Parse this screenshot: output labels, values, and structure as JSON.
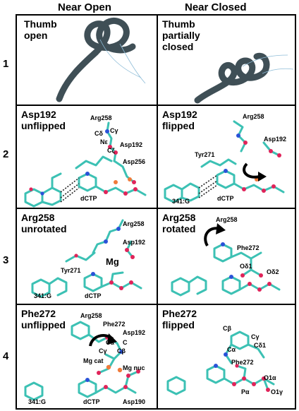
{
  "columns": [
    "Near Open",
    "Near Closed"
  ],
  "rows": [
    "1",
    "2",
    "3",
    "4"
  ],
  "panels": {
    "r1_open": {
      "title": [
        "Thumb",
        "open"
      ]
    },
    "r1_closed": {
      "title": [
        "Thumb",
        "partially",
        "closed"
      ]
    },
    "r2_open": {
      "title": [
        "Asp192",
        "unflipped"
      ],
      "labels": {
        "arg258": "Arg258",
        "cd": "Cδ",
        "cg": "Cγ",
        "ne": "Nε",
        "asp192": "Asp192",
        "cz": "Cζ",
        "asp256": "Asp256",
        "dctp": "dCTP"
      }
    },
    "r2_closed": {
      "title": [
        "Asp192",
        "flipped"
      ],
      "labels": {
        "arg258": "Arg258",
        "asp192": "Asp192",
        "tyr271": "Tyr271",
        "g341": "341:G",
        "dctp": "dCTP"
      }
    },
    "r3_open": {
      "title": [
        "Arg258",
        "unrotated"
      ],
      "labels": {
        "arg258": "Arg258",
        "asp192": "Asp192",
        "tyr271": "Tyr271",
        "mg": "Mg",
        "g341": "341:G",
        "dctp": "dCTP"
      }
    },
    "r3_closed": {
      "title": [
        "Arg258",
        "rotated"
      ],
      "labels": {
        "arg258": "Arg258",
        "phe272": "Phe272",
        "od1": "Oδ1",
        "od2": "Oδ2"
      }
    },
    "r4_open": {
      "title": [
        "Phe272",
        "unflipped"
      ],
      "labels": {
        "arg258": "Arg258",
        "phe272": "Phe272",
        "asp192": "Asp192",
        "ca": "Cα",
        "c": "C",
        "cg": "Cγ",
        "cb": "Cβ",
        "mgcat": "Mg cat",
        "mgnuc": "Mg nuc",
        "g341": "341:G",
        "dctp": "dCTP",
        "asp190": "Asp190"
      }
    },
    "r4_closed": {
      "title": [
        "Phe272",
        "flipped"
      ],
      "labels": {
        "cb": "Cβ",
        "cg": "Cγ",
        "ca": "Cα",
        "cd1": "Cδ1",
        "phe272": "Phe272",
        "o1a": "O1α",
        "pa": "Pα",
        "o1g": "O1γ"
      }
    }
  },
  "colors": {
    "carbon": "#3cc1b4",
    "oxygen": "#e0245a",
    "nitrogen": "#2a52d8",
    "magnesium": "#f07a3a",
    "helix": "#3f4f56"
  }
}
